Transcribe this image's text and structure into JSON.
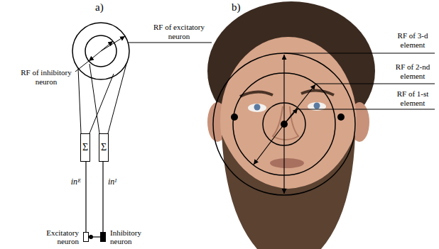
{
  "diagram": {
    "nodes": [
      {
        "text": [
          "Σ"
        ]
      },
      {
        "text": [
          "Σ"
        ]
      },
      {
        "text": [
          "Excitatory neuron"
        ]
      },
      {
        "text": [
          "Inhibitory neuron"
        ]
      }
    ],
    "edges": [
      {
        "from": 0,
        "to": 2,
        "arrow": "none",
        "label": "inᴱ"
      },
      {
        "from": 1,
        "to": 3,
        "arrow": "none",
        "label": "inᴵ"
      },
      {
        "from": 3,
        "to": 2,
        "arrow": "to"
      }
    ],
    "labels": [
      "a)",
      "b)",
      "RF of excitatory neuron",
      "RF of inhibitory neuron",
      "RF of 3-d element",
      "RF of 2-nd element",
      "RF of 1-st element"
    ]
  }
}
